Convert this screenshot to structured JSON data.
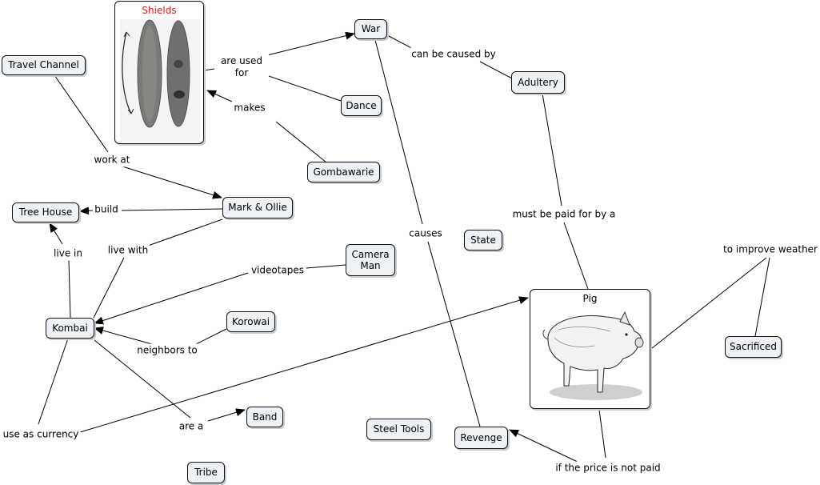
{
  "nodes": {
    "shields": "Shields",
    "war": "War",
    "adultery": "Adultery",
    "dance": "Dance",
    "gombawarie": "Gombawarie",
    "travel_channel": "Travel Channel",
    "mark_ollie": "Mark & Ollie",
    "tree_house": "Tree House",
    "state": "State",
    "camera_man": "Camera Man",
    "korowai": "Korowai",
    "kombai": "Kombai",
    "pig": "Pig",
    "sacrificed": "Sacrificed",
    "band": "Band",
    "steel_tools": "Steel Tools",
    "revenge": "Revenge",
    "tribe": "Tribe"
  },
  "links": {
    "are_used_for": "are used for",
    "can_be_caused_by": "can be caused by",
    "makes": "makes",
    "work_at": "work at",
    "build": "build",
    "live_with": "live with",
    "live_in": "live in",
    "causes": "causes",
    "must_be_paid_for_by_a": "must be paid for by a",
    "videotapes": "videotapes",
    "neighbors_to": "neighbors to",
    "to_improve_weather": "to improve weather",
    "use_as_currency": "use as currency",
    "are_a": "are a",
    "if_the_price_is_not_paid": "if the price is not paid"
  },
  "colors": {
    "node_fill": "#eef2f6",
    "node_border": "#111111",
    "line": "#000000",
    "shields_title": "#d81f1f"
  }
}
